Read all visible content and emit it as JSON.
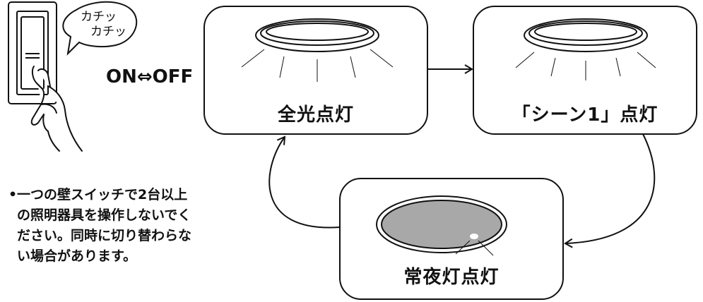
{
  "switch_note": {
    "sound_line1": "カチッ",
    "sound_line2": "カチッ",
    "toggle_label": "ON⇔OFF"
  },
  "modes": [
    {
      "label": "全光点灯"
    },
    {
      "label": "「シーン1」点灯"
    },
    {
      "label": "常夜灯点灯"
    }
  ],
  "note": {
    "bullet": "•",
    "lines": [
      "一つの壁スイッチで2台以上",
      "の照明器具を操作しないでく",
      "ださい。同時に切り替わらな",
      "い場合があります。"
    ]
  },
  "colors": {
    "line": "#111111",
    "nightlight_fill": "#a8a8a8",
    "background": "#ffffff"
  }
}
